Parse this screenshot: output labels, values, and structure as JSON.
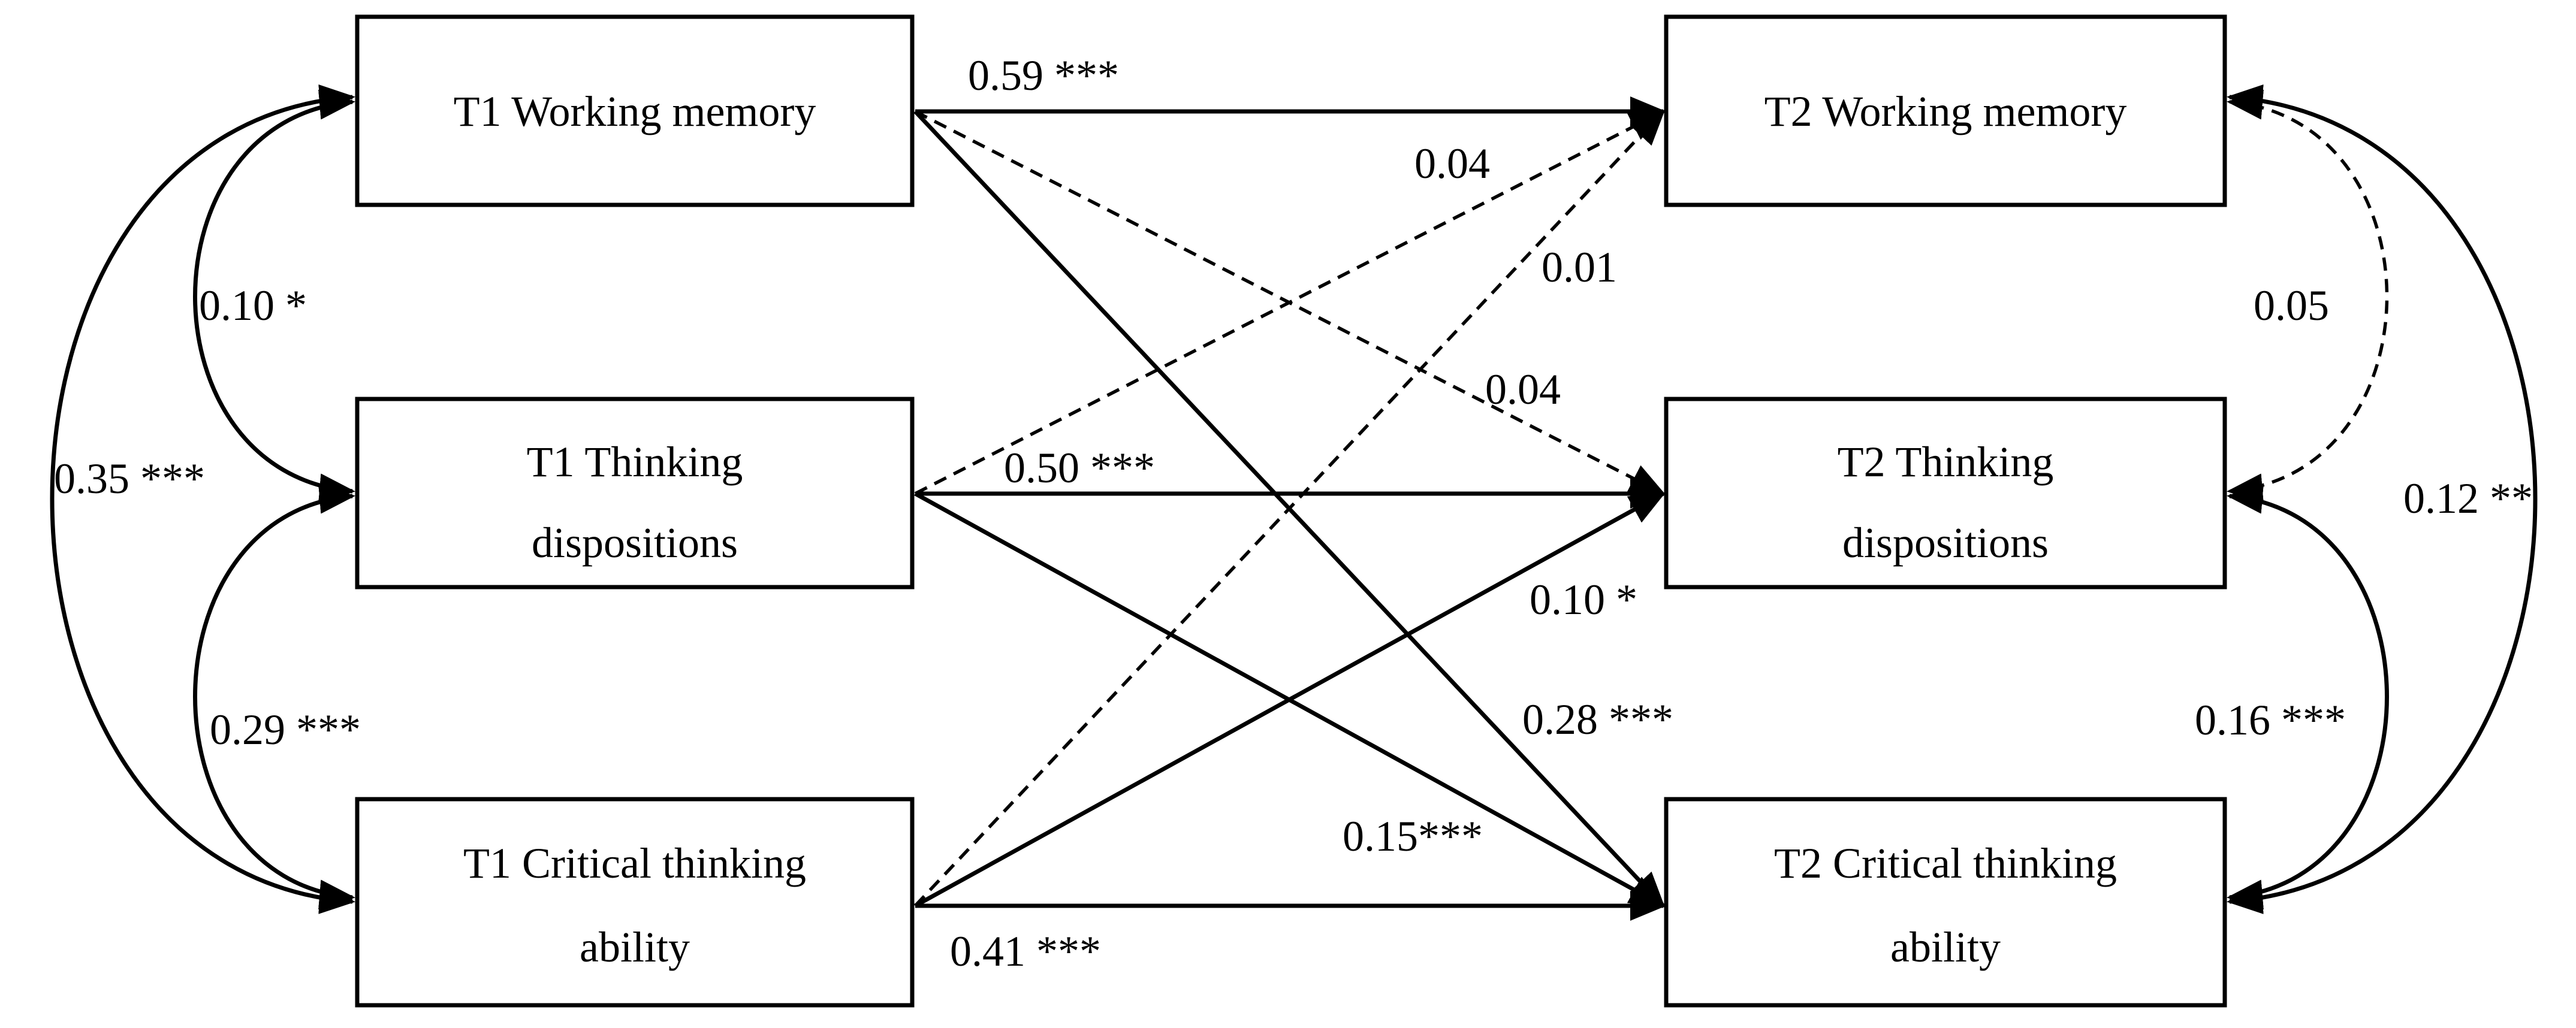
{
  "nodes": {
    "t1_wm": {
      "lines": [
        "T1 Working memory"
      ]
    },
    "t1_td": {
      "lines": [
        "T1 Thinking",
        "dispositions"
      ]
    },
    "t1_ct": {
      "lines": [
        "T1 Critical thinking",
        "ability"
      ]
    },
    "t2_wm": {
      "lines": [
        "T2 Working memory"
      ]
    },
    "t2_td": {
      "lines": [
        "T2 Thinking",
        "dispositions"
      ]
    },
    "t2_ct": {
      "lines": [
        "T2 Critical thinking",
        "ability"
      ]
    }
  },
  "paths": [
    {
      "id": "wm1-wm2",
      "from": "t1_wm",
      "to": "t2_wm",
      "coefficient": "0.59 ***",
      "significant": true
    },
    {
      "id": "wm1-td2",
      "from": "t1_wm",
      "to": "t2_td",
      "coefficient": "0.04",
      "significant": false
    },
    {
      "id": "wm1-ct2",
      "from": "t1_wm",
      "to": "t2_ct",
      "coefficient": "0.28 ***",
      "significant": true
    },
    {
      "id": "td1-wm2",
      "from": "t1_td",
      "to": "t2_wm",
      "coefficient": "0.04",
      "significant": false
    },
    {
      "id": "td1-td2",
      "from": "t1_td",
      "to": "t2_td",
      "coefficient": "0.50 ***",
      "significant": true
    },
    {
      "id": "td1-ct2",
      "from": "t1_td",
      "to": "t2_ct",
      "coefficient": "0.15***",
      "significant": true
    },
    {
      "id": "ct1-wm2",
      "from": "t1_ct",
      "to": "t2_wm",
      "coefficient": "0.01",
      "significant": false
    },
    {
      "id": "ct1-td2",
      "from": "t1_ct",
      "to": "t2_td",
      "coefficient": "0.10 *",
      "significant": true
    },
    {
      "id": "ct1-ct2",
      "from": "t1_ct",
      "to": "t2_ct",
      "coefficient": "0.41 ***",
      "significant": true
    }
  ],
  "covariances": [
    {
      "id": "cov-t1-wm-td",
      "between": [
        "t1_wm",
        "t1_td"
      ],
      "coefficient": "0.10 *",
      "significant": true
    },
    {
      "id": "cov-t1-td-ct",
      "between": [
        "t1_td",
        "t1_ct"
      ],
      "coefficient": "0.29 ***",
      "significant": true
    },
    {
      "id": "cov-t1-wm-ct",
      "between": [
        "t1_wm",
        "t1_ct"
      ],
      "coefficient": "0.35 ***",
      "significant": true
    },
    {
      "id": "cov-t2-wm-td",
      "between": [
        "t2_wm",
        "t2_td"
      ],
      "coefficient": "0.05",
      "significant": false
    },
    {
      "id": "cov-t2-td-ct",
      "between": [
        "t2_td",
        "t2_ct"
      ],
      "coefficient": "0.16 ***",
      "significant": true
    },
    {
      "id": "cov-t2-wm-ct",
      "between": [
        "t2_wm",
        "t2_ct"
      ],
      "coefficient": "0.12 **",
      "significant": true
    }
  ]
}
